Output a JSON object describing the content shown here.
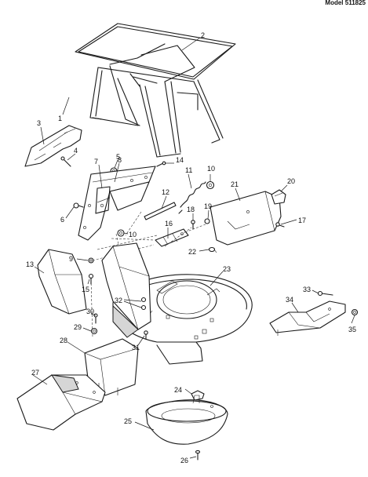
{
  "header": {
    "model_text": "Model 511825"
  },
  "callouts": {
    "c1": "1",
    "c2": "2",
    "c3": "3",
    "c4": "4",
    "c5": "5",
    "c6": "6",
    "c7": "7",
    "c8": "8",
    "c9": "9",
    "c10a": "10",
    "c10b": "10",
    "c11": "11",
    "c12": "12",
    "c13": "13",
    "c14": "14",
    "c15": "15",
    "c16": "16",
    "c17": "17",
    "c18": "18",
    "c19": "19",
    "c20": "20",
    "c21": "21",
    "c22": "22",
    "c23": "23",
    "c24": "24",
    "c25": "25",
    "c26": "26",
    "c27": "27",
    "c28": "28",
    "c29": "29",
    "c30": "30",
    "c31": "31",
    "c32": "32",
    "c33": "33",
    "c34": "34",
    "c35": "35"
  }
}
